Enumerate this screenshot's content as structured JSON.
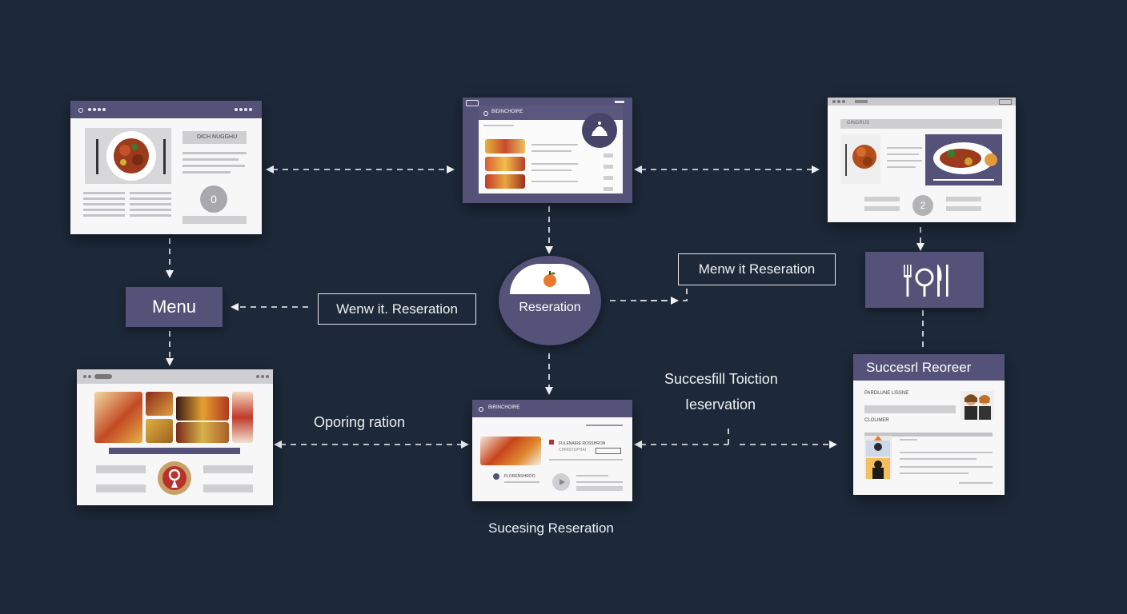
{
  "nodes": {
    "menu_label": "Menu",
    "reservation_label": "Reseration",
    "success_card_title": "Succesrl Reoreer"
  },
  "labels": {
    "menu_reservation_left": "Wenw it. Reseration",
    "menu_reservation_right": "Menw it Reseration",
    "opening": "Oporing ration",
    "successful_line1": "Succesfill Toiction",
    "successful_line2": "Ieservation",
    "processing": "Sucesing Reseration"
  },
  "screens": {
    "top_left_header": "DICH NUGGHU",
    "top_left_badge": "0",
    "top_center_title": "BIDINCHOIRE",
    "top_right_header": "GINGRUS",
    "top_right_badge": "2",
    "bottom_center_title": "BIRINCHOIRE",
    "bottom_center_item": "FULENAIRE ROSSHRON",
    "bottom_center_sub": "CHRISTOPHAI",
    "bottom_center_row": "FLORENSHROO",
    "bottom_right_line1": "PARDLUNE LISSNE",
    "bottom_right_line2": "CLOLIMER"
  },
  "colors": {
    "background": "#1d2939",
    "node": "#55527a",
    "screen": "#f7f7f8"
  },
  "icons": {
    "cutlery": "cutlery-icon",
    "apple": "apple-icon",
    "cake": "dessert-icon",
    "play": "play-icon"
  }
}
